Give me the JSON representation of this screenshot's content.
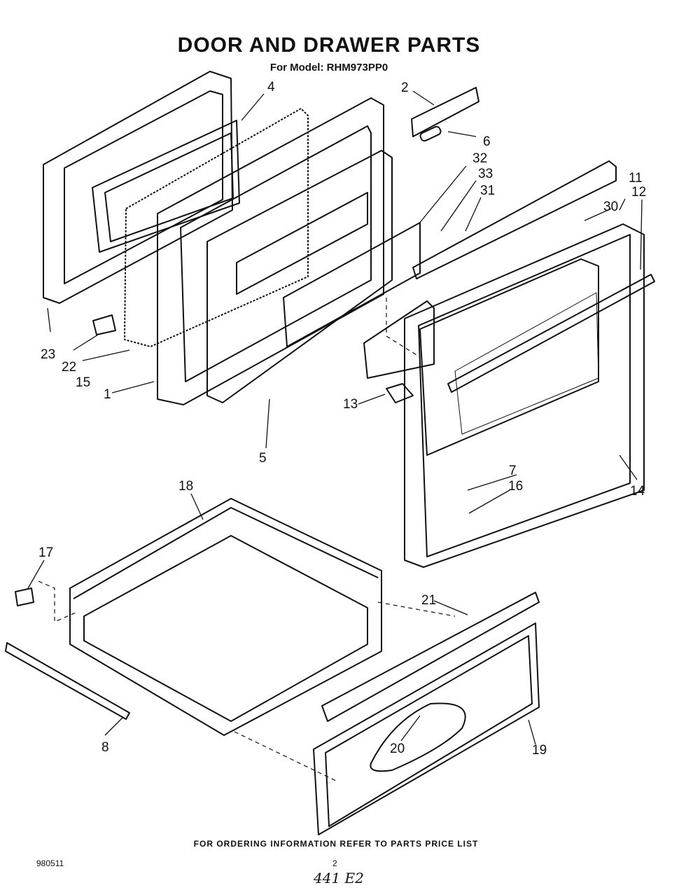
{
  "header": {
    "title": "DOOR AND DRAWER PARTS",
    "subtitle": "For Model: RHM973PP0"
  },
  "footer": {
    "ordering_note": "FOR ORDERING INFORMATION REFER TO PARTS PRICE LIST",
    "doc_number": "980511",
    "page_number": "2",
    "handwritten_note": "441 E2"
  },
  "callouts": [
    "1",
    "2",
    "4",
    "5",
    "6",
    "7",
    "8",
    "11",
    "12",
    "13",
    "14",
    "15",
    "16",
    "17",
    "18",
    "19",
    "20",
    "21",
    "22",
    "23",
    "30",
    "31",
    "32",
    "33"
  ]
}
